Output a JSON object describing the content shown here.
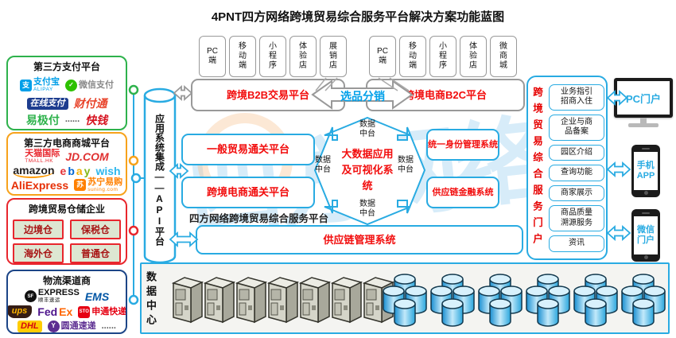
{
  "title": "4PNT四方网络跨境贸易综合服务平台解决方案功能蓝图",
  "watermark": "四方网络",
  "top_channels": [
    "PC端",
    "移动端",
    "小程序",
    "体验店",
    "展销店",
    "PC端",
    "移动端",
    "小程序",
    "体验店",
    "微商城"
  ],
  "top_platforms": {
    "b2b": "跨境B2B交易平台",
    "selection": "选品分销",
    "b2c": "跨境电商B2C平台"
  },
  "api_platform": "应用系统集成——API平台",
  "center": {
    "system": "大数据应用及可视化系统",
    "bus_label": "数据中台"
  },
  "systems": {
    "general_customs": "一般贸易通关平台",
    "ecom_customs": "跨境电商通关平台",
    "identity": "统一身份管理系统",
    "scf": "供应链金融系统",
    "platform_label": "四方网络跨境贸易综合服务平台",
    "scm": "供应链管理系统"
  },
  "portal": {
    "title": "跨境贸易综合服务门户",
    "items": [
      "业务指引招商入住",
      "企业与商品备案",
      "园区介绍",
      "查询功能",
      "商家展示",
      "商品质量溯源服务",
      "资讯"
    ]
  },
  "devices": [
    {
      "type": "monitor",
      "label": "PC门户"
    },
    {
      "type": "phone",
      "label": "手机APP"
    },
    {
      "type": "phone",
      "label": "微信门户"
    }
  ],
  "left_panels": [
    {
      "title": "第三方支付平台",
      "border": "#2eb24c",
      "rows": [
        [
          {
            "text": "支付宝",
            "sub": "ALIPAY",
            "color": "#009fe8",
            "icon": {
              "glyph": "支",
              "bg": "#009fe8",
              "shape": "square"
            }
          },
          {
            "text": "微信支付",
            "color": "#8a8a8a",
            "icon": {
              "glyph": "✓",
              "bg": "#2dc100",
              "shape": "circle"
            }
          }
        ],
        [
          {
            "text": "在线支付",
            "color": "#ffffff",
            "bg": "#1d3d8f",
            "italic": true
          },
          {
            "text": "财付通",
            "color": "#e8442b",
            "italic": true,
            "big": true
          }
        ],
        [
          {
            "text": "易极付",
            "color": "#2eb24c",
            "big": true
          },
          {
            "text": "......",
            "color": "#555555"
          },
          {
            "text": "快钱",
            "color": "#d6121f",
            "big": true,
            "italic": true
          }
        ]
      ]
    },
    {
      "title": "第三方电商商城平台",
      "border": "#f7a21b",
      "rows": [
        [
          {
            "text": "天猫国际",
            "sub": "TMALL.HK",
            "color": "#e8262d"
          },
          {
            "text": "JD.COM",
            "color": "#e03131",
            "italic": true,
            "big": true
          }
        ],
        [
          {
            "text": "amazon",
            "color": "#221f1f",
            "big": true,
            "smile": true
          },
          {
            "text": "ebay",
            "letters": [
              [
                "e",
                "#e53238"
              ],
              [
                "b",
                "#0064d2"
              ],
              [
                "a",
                "#f5af02"
              ],
              [
                "y",
                "#86b817"
              ]
            ],
            "big": true
          },
          {
            "text": "wish",
            "color": "#2fb7ec",
            "big": true
          }
        ],
        [
          {
            "text": "AliExpress",
            "color": "#e62e04",
            "big": true
          },
          {
            "text": "苏宁易购",
            "sub": "suning.com",
            "color": "#ff8000",
            "icon": {
              "glyph": "苏",
              "bg": "#ff8000",
              "shape": "square"
            }
          }
        ],
        [
          {
            "text": "......",
            "color": "#555555"
          }
        ]
      ]
    },
    {
      "title": "跨境贸易仓储企业",
      "border": "#e8262d",
      "warehouses": [
        "边境仓",
        "保税仓",
        "海外仓",
        "普通仓"
      ],
      "more": "......"
    },
    {
      "title": "物流渠道商",
      "border": "#1c4587",
      "rows": [
        [
          {
            "text": "EXPRESS",
            "sub": "顺丰速运",
            "color": "#111111",
            "icon": {
              "glyph": "SF",
              "bg": "#111111",
              "shape": "circle"
            }
          },
          {
            "text": "EMS",
            "color": "#0055a5",
            "italic": true,
            "big": true
          }
        ],
        [
          {
            "text": "ups",
            "color": "#ffb500",
            "bg": "#351c15",
            "shield": true,
            "italic": true
          },
          {
            "text": "FedEx",
            "parts": [
              [
                "Fed",
                "#4d148c"
              ],
              [
                "Ex",
                "#ff6600"
              ]
            ],
            "big": true
          },
          {
            "text": "申通快递",
            "color": "#e60012",
            "icon": {
              "glyph": "STO",
              "bg": "#e60012",
              "shape": "square"
            }
          }
        ],
        [
          {
            "text": "DHL",
            "color": "#d40511",
            "bg": "#ffcc00",
            "italic": true
          },
          {
            "text": "圆通速递",
            "color": "#5c2d91",
            "icon": {
              "glyph": "Y",
              "bg": "#5c2d91",
              "shape": "circle"
            }
          },
          {
            "text": "......",
            "color": "#555555"
          }
        ]
      ]
    }
  ],
  "data_center": {
    "label": "数据中心",
    "server_count": 7,
    "db_cluster_count": 6
  },
  "colors": {
    "diagram_blue": "#29abe2",
    "red_text": "#f20d0d",
    "blue_text": "#00a0e9",
    "gray_border": "#999999",
    "panel_green": "#2eb24c",
    "panel_orange": "#f7a21b",
    "panel_red": "#e8262d",
    "panel_navy": "#1c4587"
  }
}
